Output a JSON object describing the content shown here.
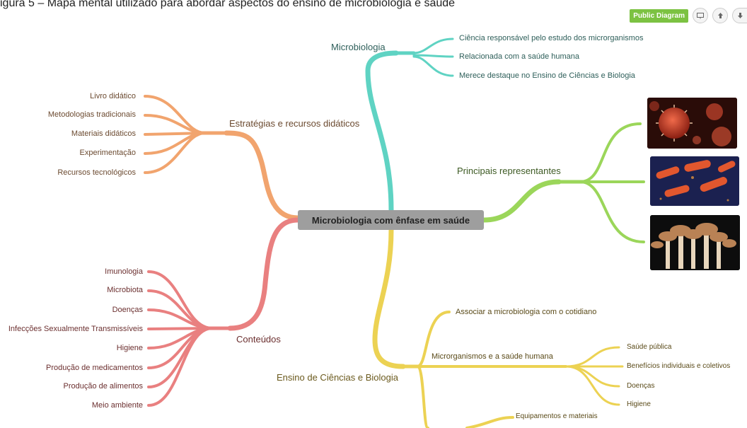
{
  "caption": "igura 5 – Mapa mental utilizado para abordar aspectos do ensino de microbiologia e saúde",
  "toolbar": {
    "badge": "Public Diagram",
    "icons": [
      "presentation-icon",
      "upload-icon",
      "download-icon"
    ]
  },
  "root": "Microbiologia com ênfase em saúde",
  "branches": {
    "microbiologia": {
      "label": "Microbiologia",
      "color": "#5fd3c3",
      "items": [
        "Ciência responsável pelo estudo dos microrganismos",
        "Relacionada com a saúde humana",
        "Merece destaque no Ensino de Ciências e Biologia"
      ]
    },
    "estrategias": {
      "label": "Estratégias e recursos didáticos",
      "color": "#f1a46e",
      "items": [
        "Livro didático",
        "Metodologias tradicionais",
        "Materiais didáticos",
        "Experimentação",
        "Recursos tecnológicos"
      ]
    },
    "representantes": {
      "label": "Principais representantes",
      "color": "#9bd65a",
      "images": [
        "virus-image",
        "bacteria-image",
        "mushroom-image"
      ]
    },
    "conteudos": {
      "label": "Conteúdos",
      "color": "#e98080",
      "items": [
        "Imunologia",
        "Microbiota",
        "Doenças",
        "Infecções Sexualmente Transmissíveis",
        "Higiene",
        "Produção de medicamentos",
        "Produção de alimentos",
        "Meio ambiente"
      ]
    },
    "ensino": {
      "label": "Ensino de Ciências e Biologia",
      "color": "#ecd253",
      "items": [
        "Associar a microbiologia com o cotidiano",
        "Microrganismos e a saúde humana",
        "Equipamentos e materiais"
      ],
      "sub": {
        "label": "Microrganismos e a saúde humana",
        "items": [
          "Saúde pública",
          "Benefícios individuais e coletivos",
          "Doenças",
          "Higiene"
        ]
      }
    }
  }
}
